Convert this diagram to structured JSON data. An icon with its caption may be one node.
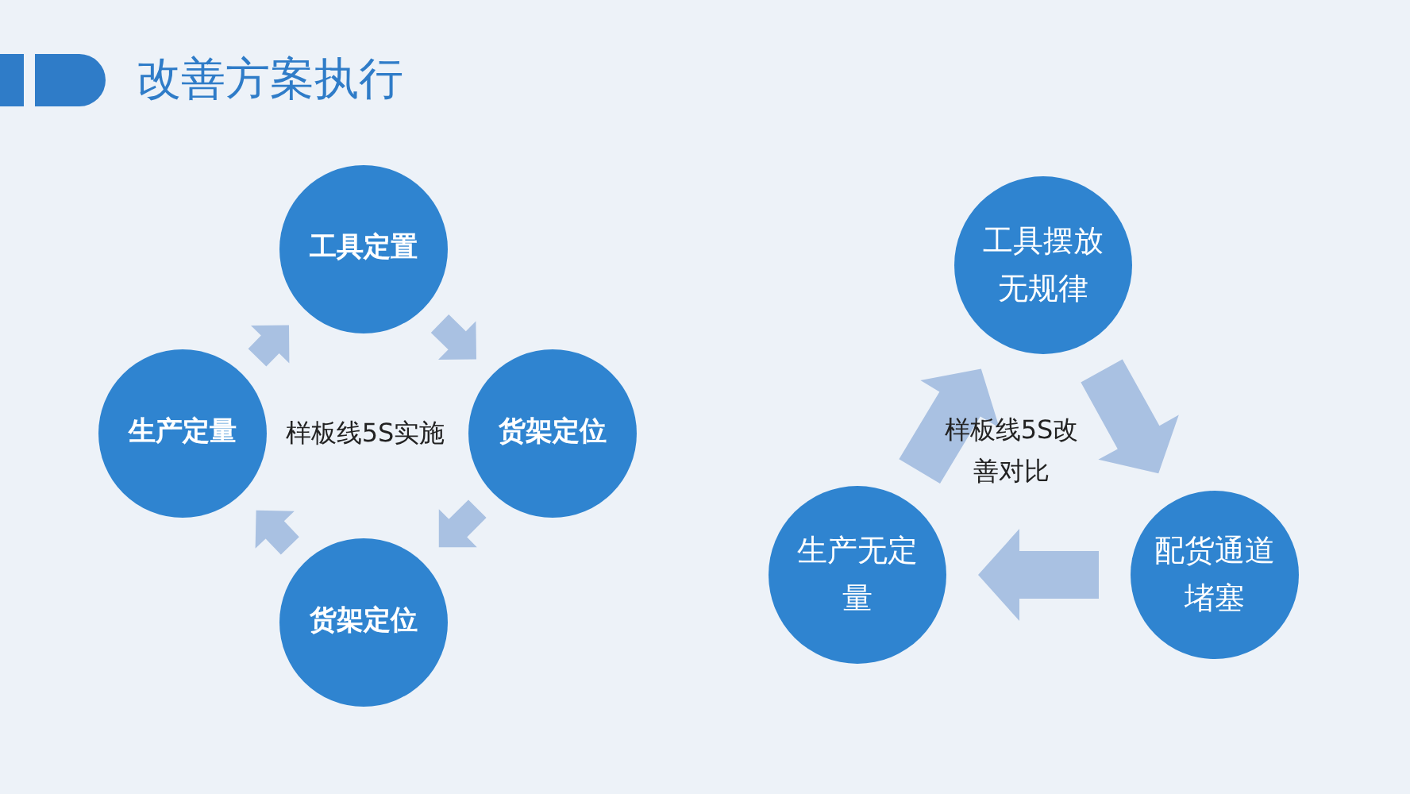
{
  "diagram": {
    "title": "改善方案执行",
    "nodes": [
      {
        "text": [
          "工具定置"
        ]
      },
      {
        "text": [
          "货架定位"
        ]
      },
      {
        "text": [
          "货架定位"
        ]
      },
      {
        "text": [
          "生产定量"
        ]
      },
      {
        "text": [
          "工具摆放无规律"
        ]
      },
      {
        "text": [
          "配货通道堵塞"
        ]
      },
      {
        "text": [
          "生产无定量"
        ]
      }
    ],
    "edges": [
      {
        "from": 0,
        "to": 1,
        "arrow": "to"
      },
      {
        "from": 1,
        "to": 2,
        "arrow": "to"
      },
      {
        "from": 2,
        "to": 3,
        "arrow": "to"
      },
      {
        "from": 3,
        "to": 0,
        "arrow": "to"
      },
      {
        "from": 4,
        "to": 5,
        "arrow": "to"
      },
      {
        "from": 5,
        "to": 6,
        "arrow": "to"
      },
      {
        "from": 6,
        "to": 4,
        "arrow": "to"
      }
    ],
    "labels": [
      "样板线5S实施",
      "样板线5S改善对比"
    ]
  }
}
